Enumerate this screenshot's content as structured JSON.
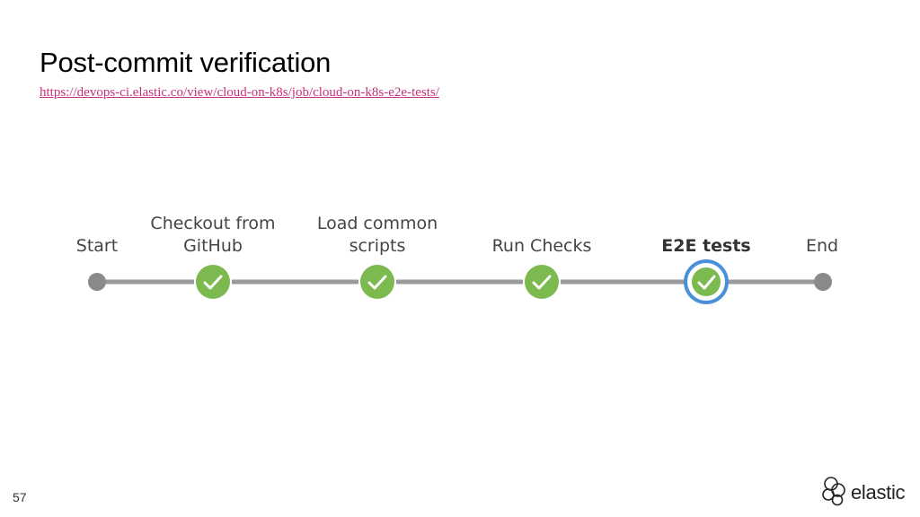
{
  "slide": {
    "title": "Post-commit verification",
    "url": "https://devops-ci.elastic.co/view/cloud-on-k8s/job/cloud-on-k8s-e2e-tests/",
    "page_number": "57"
  },
  "pipeline": {
    "stages": [
      {
        "label": "Start",
        "status": "start"
      },
      {
        "label": "Checkout from\nGitHub",
        "status": "success"
      },
      {
        "label": "Load common\nscripts",
        "status": "success"
      },
      {
        "label": "Run Checks",
        "status": "success"
      },
      {
        "label": "E2E tests",
        "status": "success",
        "selected": true
      },
      {
        "label": "End",
        "status": "end"
      }
    ]
  },
  "colors": {
    "success": "#7cb94e",
    "line": "#9a9a9a",
    "node": "#8a8a8a",
    "selected_ring": "#4a90d9",
    "link": "#c8317d"
  },
  "brand": {
    "logo_text": "elastic",
    "logo_icon": "elastic-logo-icon"
  }
}
